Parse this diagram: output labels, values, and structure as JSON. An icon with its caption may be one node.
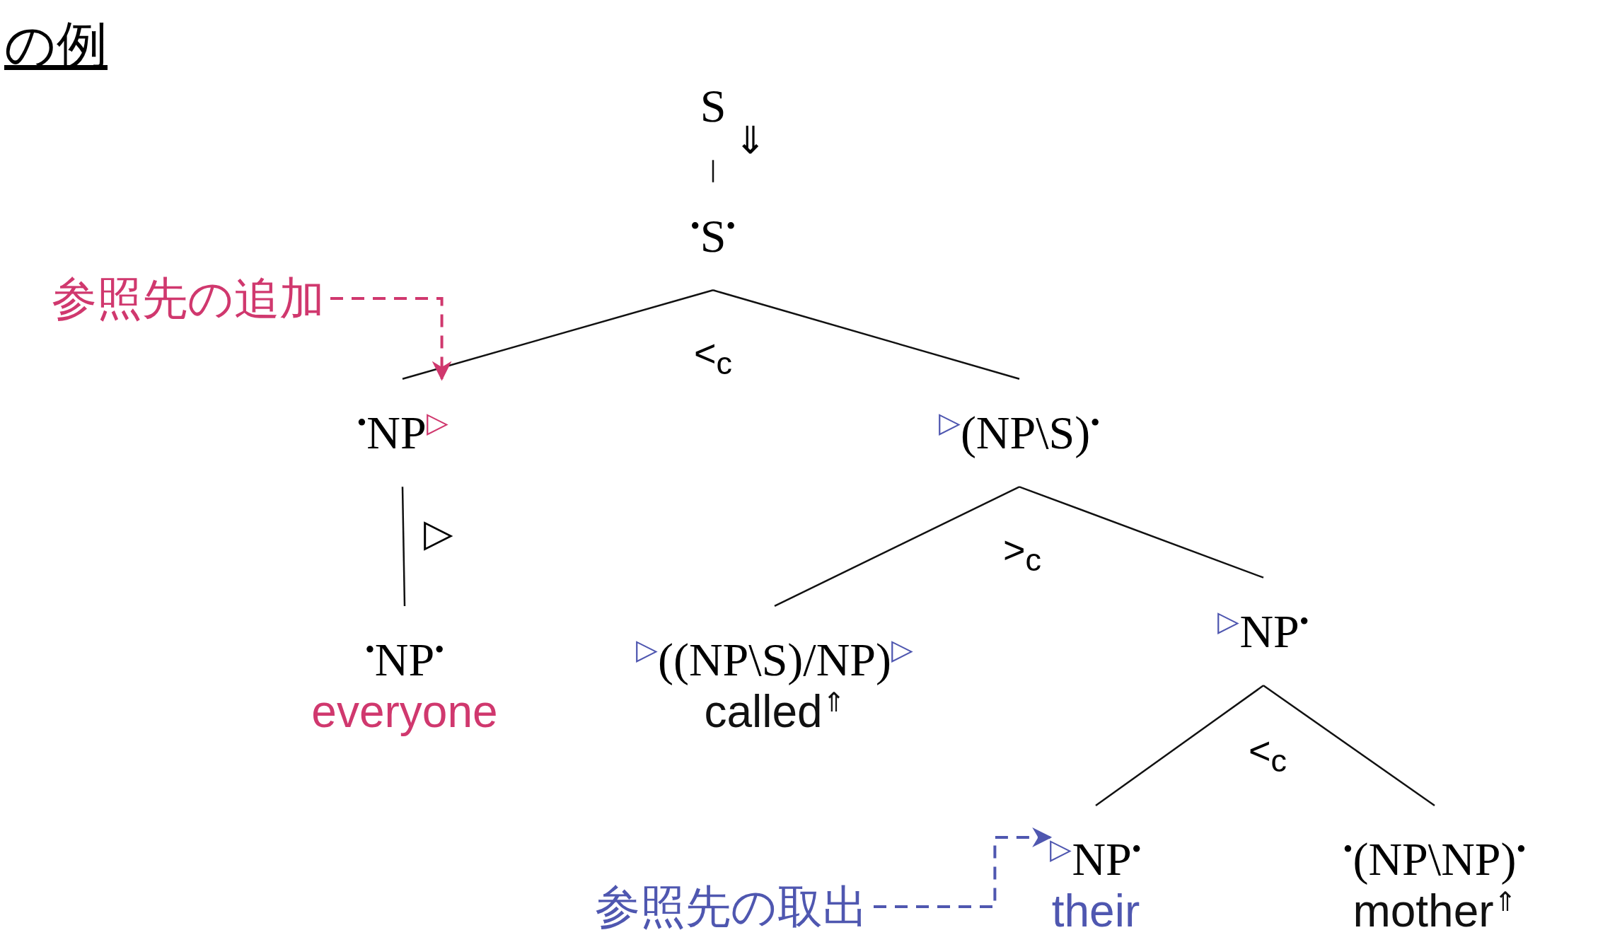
{
  "diagram": {
    "title": "の例",
    "nodes": [
      {
        "text": [
          "S"
        ]
      },
      {
        "text": [
          "$^{•}$S$^{•}$"
        ]
      },
      {
        "text": [
          "$^{•}$NP$^{▷}$"
        ]
      },
      {
        "text": [
          "$^{▷}$(NP\\S)$^{•}$"
        ]
      },
      {
        "text": [
          "$^{•}$NP$^{•}$",
          "everyone"
        ]
      },
      {
        "text": [
          "$^{▷}$((NP\\S)/NP)$^{▷}$",
          "called$^{⇑}$"
        ]
      },
      {
        "text": [
          "$^{▷}$NP$^{•}$"
        ]
      },
      {
        "text": [
          "$^{▷}$NP$^{•}$",
          "their"
        ]
      },
      {
        "text": [
          "$^{•}$(NP\\NP)$^{•}$",
          "mother$^{⇑}$"
        ]
      },
      {
        "text": [
          "参照先の追加"
        ]
      },
      {
        "text": [
          "参照先の取出"
        ]
      }
    ],
    "edges": [
      {
        "from": 0,
        "to": 1,
        "arrow": "none"
      },
      {
        "from": 1,
        "to": 2,
        "arrow": "none"
      },
      {
        "from": 1,
        "to": 3,
        "arrow": "none"
      },
      {
        "from": 2,
        "to": 4,
        "arrow": "none"
      },
      {
        "from": 3,
        "to": 5,
        "arrow": "none"
      },
      {
        "from": 3,
        "to": 6,
        "arrow": "none"
      },
      {
        "from": 6,
        "to": 7,
        "arrow": "none"
      },
      {
        "from": 6,
        "to": 8,
        "arrow": "none"
      },
      {
        "from": 9,
        "to": 2,
        "arrow": "to",
        "style": "dashed",
        "color": "#d0386e"
      },
      {
        "from": 10,
        "to": 7,
        "arrow": "to",
        "style": "dashed",
        "color": "#4f57b0"
      }
    ],
    "labels": [
      "⇓",
      "<$_{c}$",
      "▷",
      ">$_{c}$",
      "<$_{c}$"
    ]
  }
}
